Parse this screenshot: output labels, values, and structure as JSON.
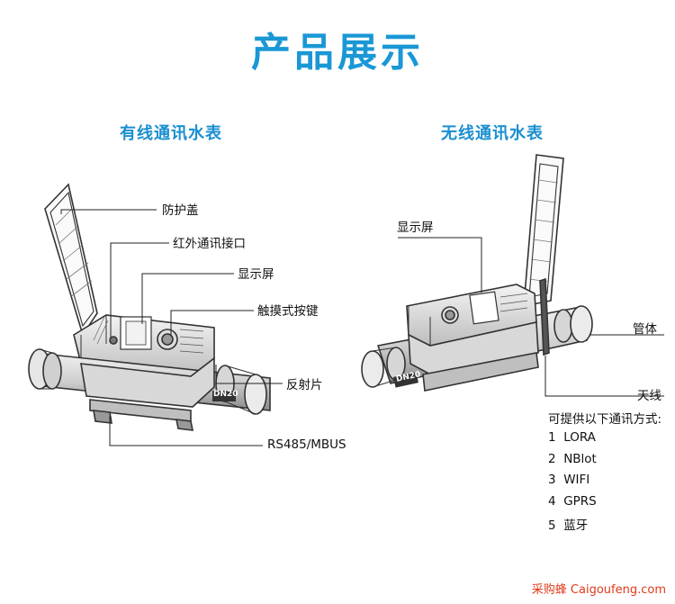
{
  "title": "产品展示",
  "left_panel": {
    "heading": "有线通讯水表",
    "callouts": [
      "防护盖",
      "红外通讯接口",
      "显示屏",
      "触摸式按键",
      "反射片",
      "RS485/MBUS"
    ]
  },
  "right_panel": {
    "heading": "无线通讯水表",
    "callouts": [
      "显示屏",
      "管体",
      "天线"
    ],
    "options_heading": "可提供以下通讯方式:",
    "options": [
      {
        "num": "1",
        "text": "LORA"
      },
      {
        "num": "2",
        "text": "NBlot"
      },
      {
        "num": "3",
        "text": "WIFI"
      },
      {
        "num": "4",
        "text": "GPRS"
      },
      {
        "num": "5",
        "text": "蓝牙"
      }
    ]
  },
  "device_markings": {
    "pipe_size": "DN20"
  },
  "footer": "采购蜂 Caigoufeng.com",
  "colors": {
    "title": "#1a97d5",
    "heading": "#1a8fd0",
    "footer": "#e03a1a"
  }
}
